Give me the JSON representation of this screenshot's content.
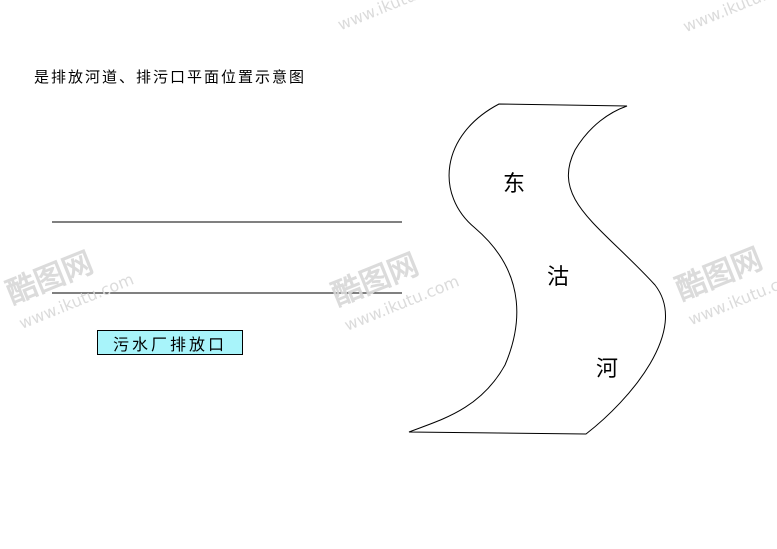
{
  "title": "是排放河道、排污口平面位置示意图",
  "outfall_label": "污水厂排放口",
  "river": {
    "char_1": "东",
    "char_2": "沽",
    "char_3": "河"
  },
  "watermark": {
    "brand": "酷图网",
    "url": "www.ikutu.com"
  },
  "colors": {
    "outfall_box_fill": "#a8f4fa",
    "line": "#000000",
    "watermark": "#d8d8d8"
  }
}
